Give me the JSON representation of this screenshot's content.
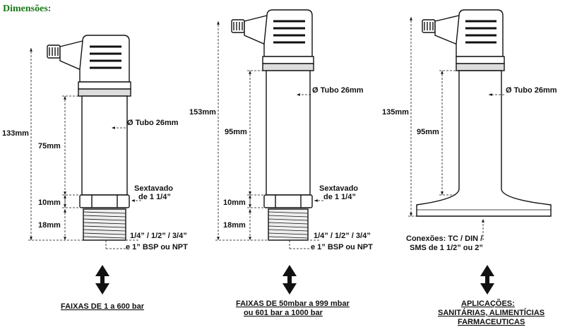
{
  "title": "Dimensões:",
  "colors": {
    "title": "#1a7a1a",
    "ink": "#111111",
    "body": "#ffffff",
    "shade": "#dddddd"
  },
  "sensor1": {
    "total": "133mm",
    "tube_len": "75mm",
    "hex_h": "10mm",
    "thread_h": "18mm",
    "tube": "Ø Tubo 26mm",
    "hex_1": "Sextavado",
    "hex_2": "de 1 1/4”",
    "thread_1": "1/4” / 1/2” / 3/4”",
    "thread_2": "e 1” BSP ou NPT",
    "range_1": "FAIXAS DE 1 a 600 bar"
  },
  "sensor2": {
    "total": "153mm",
    "tube_len": "95mm",
    "hex_h": "10mm",
    "thread_h": "18mm",
    "tube": "Ø Tubo 26mm",
    "hex_1": "Sextavado",
    "hex_2": "de 1 1/4”",
    "thread_1": "1/4” / 1/2” / 3/4”",
    "thread_2": "e 1” BSP ou NPT",
    "range_1": "FAIXAS DE 50mbar a 999 mbar",
    "range_2": "ou 601 bar a 1000 bar"
  },
  "sensor3": {
    "total": "135mm",
    "tube_len": "95mm",
    "tube": "Ø Tubo 26mm",
    "conn_1": "Conexões: TC / DIN /",
    "conn_2": "SMS de 1 1/2” ou 2”",
    "app_1": "APLICAÇÕES:",
    "app_2": "SANITÁRIAS, ALIMENTÍCIAS",
    "app_3": "FARMACEUTICAS"
  }
}
